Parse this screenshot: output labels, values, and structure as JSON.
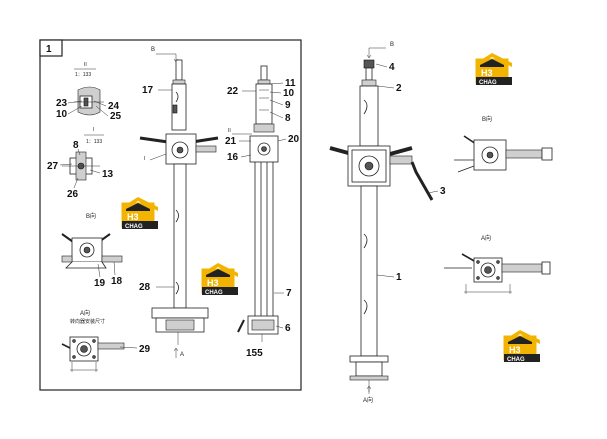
{
  "panel": {
    "number": "1"
  },
  "views": {
    "b_top": "B",
    "b_right_top": "B",
    "a_bottom_left": "A",
    "a_bottom_right": "A向",
    "b_dir_right": "B向",
    "a_dir_right": "A向",
    "b_dir_left": "B向",
    "a_dir_left": "A向",
    "a_dir_left_sub": "转向器安装尺寸",
    "ii_label": "II",
    "ii_scale": "1：133",
    "i_label": "I",
    "i_scale": "1：133",
    "ii_mark": "II",
    "i_mark": "I"
  },
  "callouts": {
    "c17": "17",
    "c23": "23",
    "c24": "24",
    "c10a": "10",
    "c25": "25",
    "c8a": "8",
    "c27": "27",
    "c13": "13",
    "c26": "26",
    "c19": "19",
    "c18": "18",
    "c28": "28",
    "c29": "29",
    "c11": "11",
    "c22": "22",
    "c10b": "10",
    "c9": "9",
    "c8b": "8",
    "c21": "21",
    "c20": "20",
    "c16": "16",
    "c7": "7",
    "c6": "6",
    "c155": "155",
    "c4": "4",
    "c2": "2",
    "c3": "3",
    "c1": "1"
  },
  "logo": {
    "top": "H3",
    "bottom": "CHAG",
    "color": "#f2b400"
  }
}
